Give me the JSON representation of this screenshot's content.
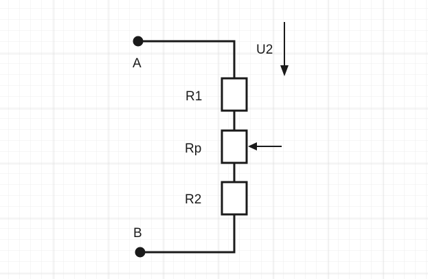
{
  "diagram": {
    "terminals": {
      "a": {
        "label": "A"
      },
      "b": {
        "label": "B"
      }
    },
    "resistors": [
      {
        "label": "R1"
      },
      {
        "label": "Rp"
      },
      {
        "label": "R2"
      }
    ],
    "voltage": {
      "label": "U2"
    },
    "colors": {
      "line": "#1a1a1a",
      "grid_minor": "#ececec",
      "grid_major": "#dcdcdc",
      "background": "#ffffff"
    }
  }
}
